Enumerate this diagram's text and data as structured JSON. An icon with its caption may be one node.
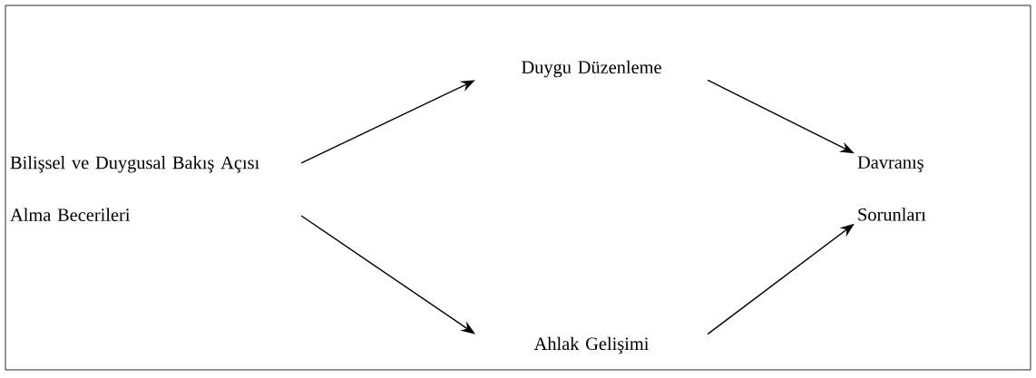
{
  "diagram": {
    "nodes": [
      {
        "text": [
          "Bilişsel ve Duygusal Bakış Açısı Alma Becerileri"
        ]
      },
      {
        "text": [
          "Duygu Düzenleme"
        ]
      },
      {
        "text": [
          "Ahlak Gelişimi"
        ]
      },
      {
        "text": [
          "Davranış Sorunları"
        ]
      }
    ],
    "edges": [
      {
        "from": 0,
        "to": 1,
        "arrow": "to"
      },
      {
        "from": 0,
        "to": 2,
        "arrow": "to"
      },
      {
        "from": 1,
        "to": 3,
        "arrow": "to"
      },
      {
        "from": 2,
        "to": 3,
        "arrow": "to"
      }
    ]
  }
}
